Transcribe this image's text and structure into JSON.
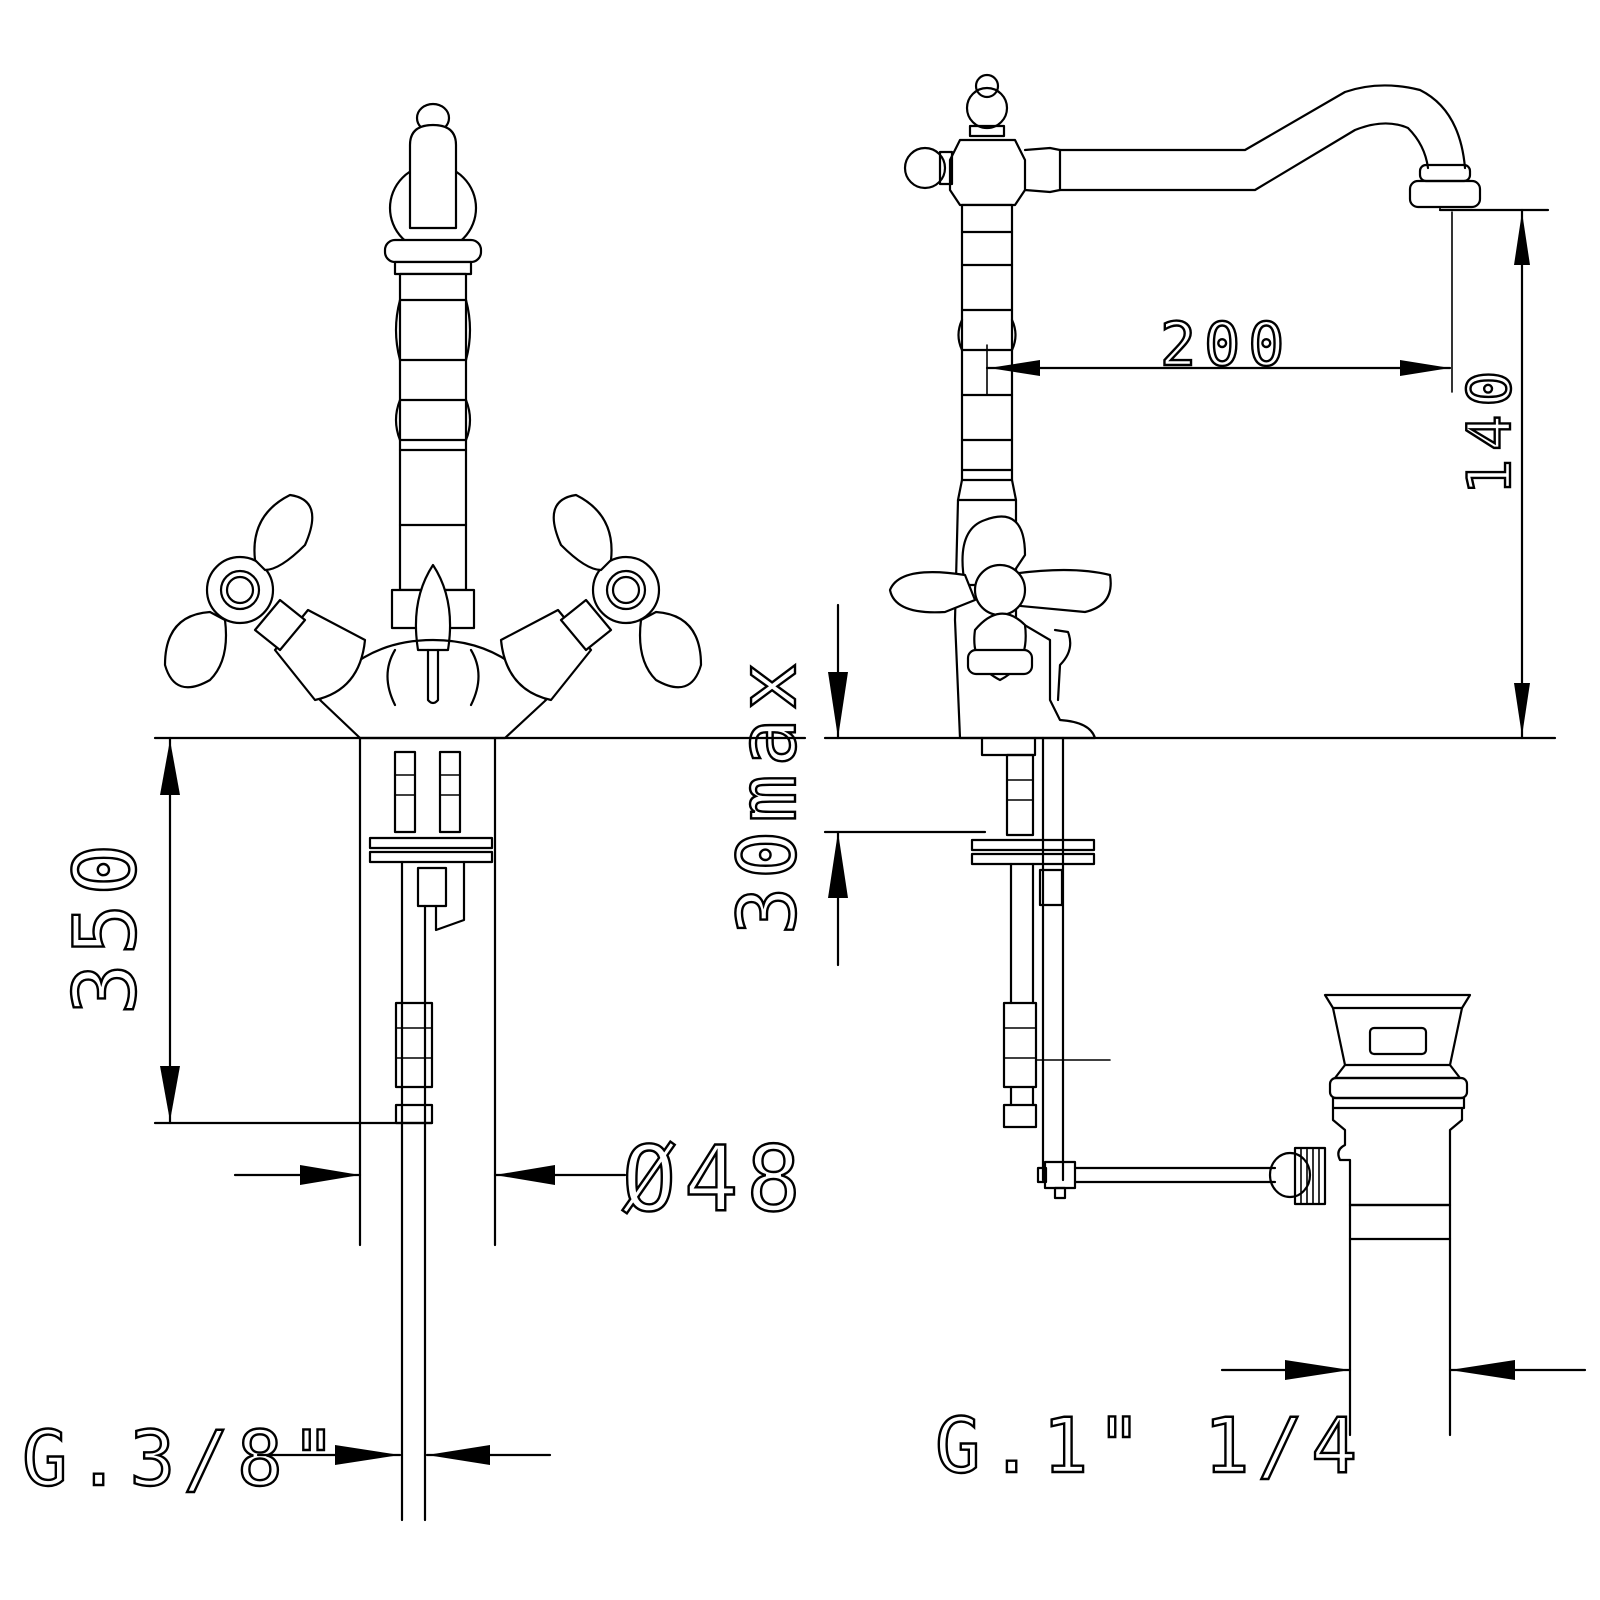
{
  "dimensions": {
    "spout_reach": "200",
    "spout_height": "140",
    "hose_length": "350",
    "deck_thickness": "30max",
    "body_diameter": "Ø48",
    "supply_thread": "G.3/8\"",
    "waste_thread": "G.1\" 1/4"
  },
  "colors": {
    "line": "#000000",
    "background": "#ffffff"
  }
}
